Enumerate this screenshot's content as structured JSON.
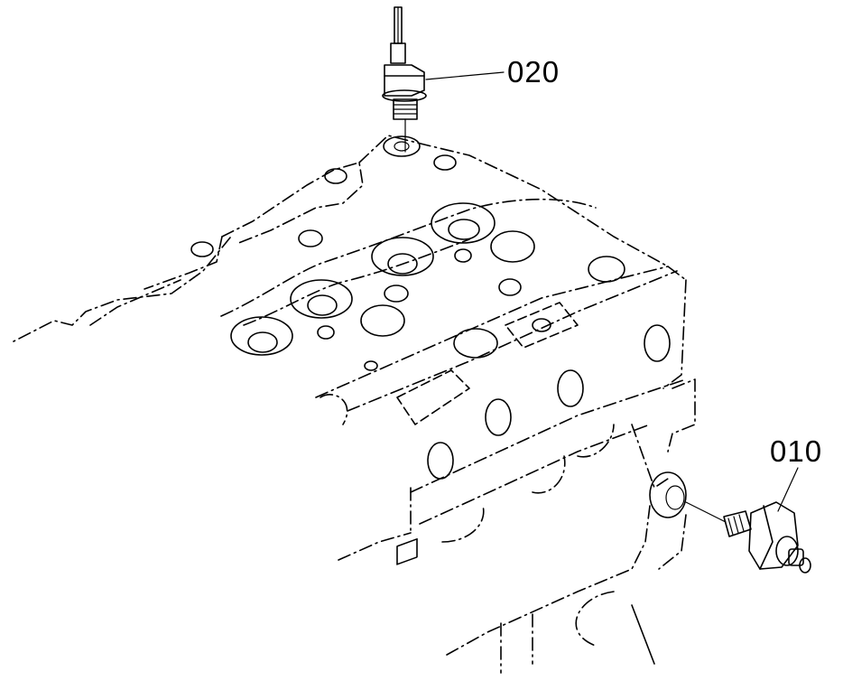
{
  "diagram": {
    "type": "exploded parts diagram",
    "subject": "engine cylinder head with sensors",
    "callouts": [
      {
        "id": "020",
        "label": "020",
        "part": "temperature sensor / sender (top, threaded into head)"
      },
      {
        "id": "010",
        "label": "010",
        "part": "oil pressure switch (side, threaded into block)"
      }
    ]
  }
}
